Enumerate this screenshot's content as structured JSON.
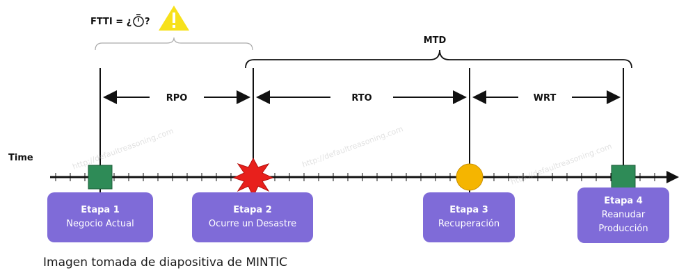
{
  "ftti": {
    "label": "FTTI = ¿",
    "suffix": "?"
  },
  "mtd_label": "MTD",
  "intervals": {
    "rpo": "RPO",
    "rto": "RTO",
    "wrt": "WRT"
  },
  "axis_label": "Time",
  "stages": [
    {
      "title": "Etapa 1",
      "lines": [
        "Negocio Actual"
      ],
      "marker": "square",
      "color": "#2e8b57"
    },
    {
      "title": "Etapa 2",
      "lines": [
        "Ocurre un Desastre"
      ],
      "marker": "burst",
      "color": "#e8201c"
    },
    {
      "title": "Etapa 3",
      "lines": [
        "Recuperación"
      ],
      "marker": "circle",
      "color": "#f5b500"
    },
    {
      "title": "Etapa 4",
      "lines": [
        "Reanudar",
        "Producción"
      ],
      "marker": "square",
      "color": "#2e8b57"
    }
  ],
  "watermark": "http://defaultreasoning.com",
  "caption": "Imagen tomada de diapositiva de MINTIC",
  "colors": {
    "box": "#7f6bd8",
    "warning": "#f7e11b",
    "line": "#111111"
  }
}
